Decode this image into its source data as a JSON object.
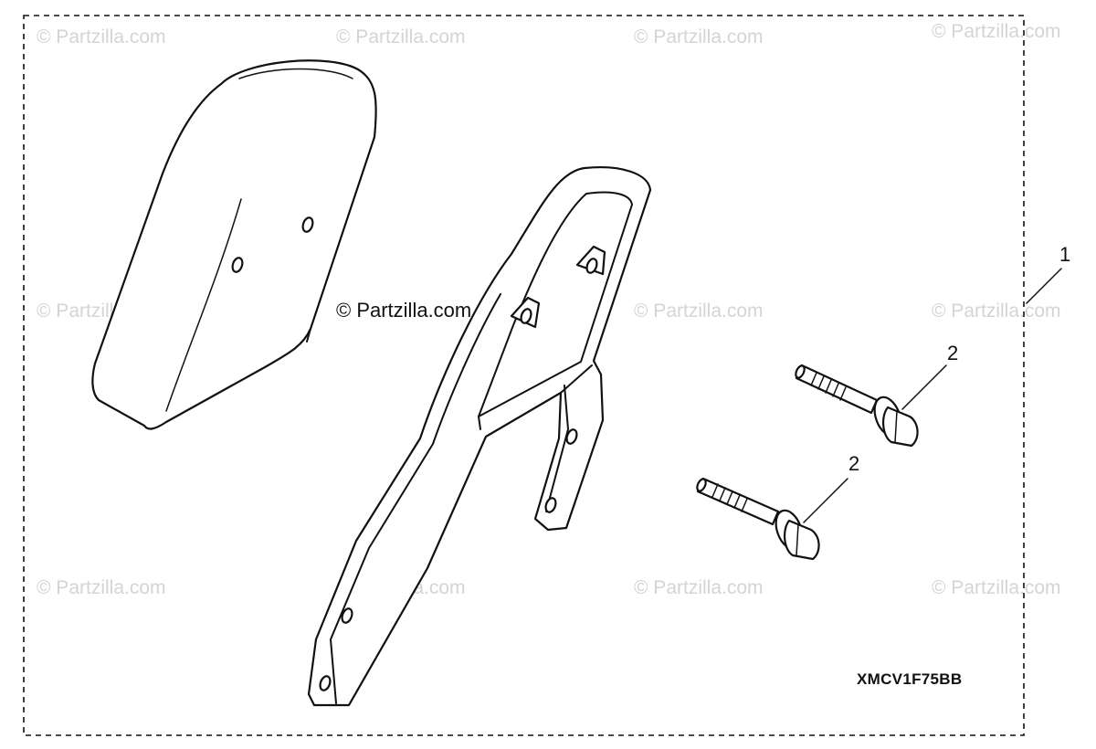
{
  "watermark": "© Partzilla.com",
  "center_watermark": "© Partzilla.com",
  "callouts": {
    "kit": "1",
    "bolt_upper": "2",
    "bolt_lower": "2"
  },
  "diagram_code": "XMCV1F75BB"
}
